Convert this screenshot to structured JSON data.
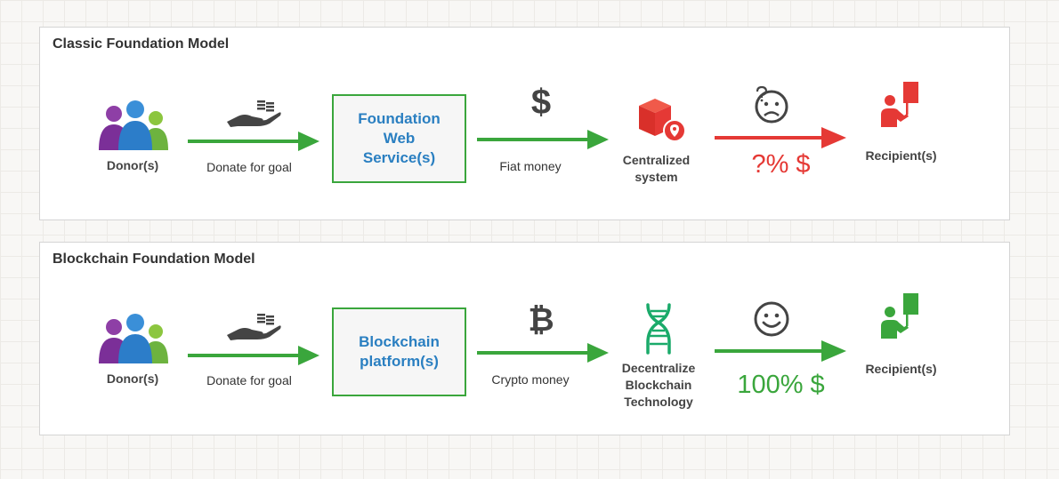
{
  "colors": {
    "green": "#3aa63c",
    "red": "#e53935",
    "blue_text": "#2a7fc1",
    "dark": "#444444"
  },
  "classic": {
    "title": "Classic Foundation Model",
    "donor_label": "Donor(s)",
    "donate_label": "Donate for goal",
    "service_label": "Foundation Web Service(s)",
    "currency_symbol": "$",
    "money_label": "Fiat money",
    "system_label": "Centralized system",
    "recipient_share": "?% $",
    "recipient_label": "Recipient(s)",
    "icons": [
      "users-icon",
      "hand-coins-icon",
      "dollar-icon",
      "box-location-icon",
      "confused-face-icon",
      "recipient-icon"
    ]
  },
  "blockchain": {
    "title": "Blockchain Foundation Model",
    "donor_label": "Donor(s)",
    "donate_label": "Donate for goal",
    "platform_label": "Blockchain platform(s)",
    "currency_symbol": "₿",
    "money_label": "Crypto money",
    "tech_label": "Decentralize Blockchain Technology",
    "recipient_share": "100% $",
    "recipient_label": "Recipient(s)",
    "icons": [
      "users-icon",
      "hand-coins-icon",
      "bitcoin-icon",
      "dna-icon",
      "smiley-face-icon",
      "recipient-icon"
    ]
  }
}
